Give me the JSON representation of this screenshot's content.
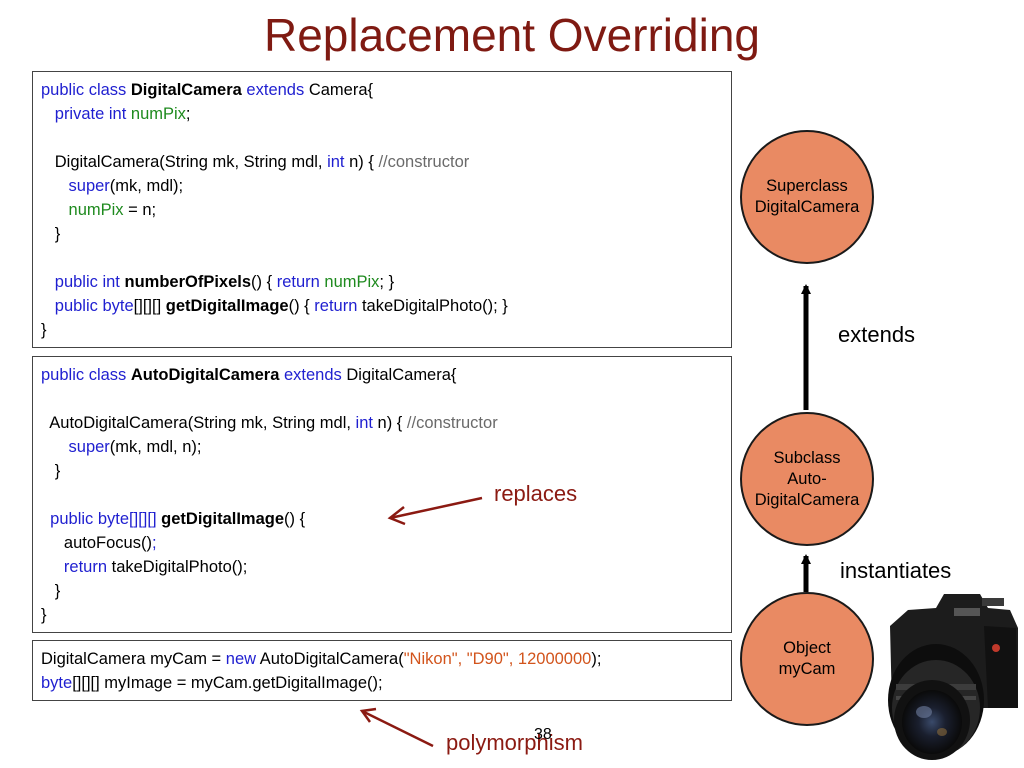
{
  "slide": {
    "title": "Replacement Overriding",
    "page_number": "38"
  },
  "code_box_1": {
    "lines": [
      [
        [
          "kw",
          "public class "
        ],
        [
          "b",
          "DigitalCamera"
        ],
        [
          "kw",
          " extends "
        ],
        [
          "t",
          "Camera{"
        ]
      ],
      [
        [
          "t",
          "   "
        ],
        [
          "kw",
          "private int "
        ],
        [
          "fd",
          "numPix"
        ],
        [
          "t",
          ";"
        ]
      ],
      [],
      [
        [
          "t",
          "   DigitalCamera(String mk, String mdl, "
        ],
        [
          "kw",
          "int"
        ],
        [
          "t",
          " n) { "
        ],
        [
          "cm",
          "//constructor"
        ]
      ],
      [
        [
          "t",
          "      "
        ],
        [
          "kw",
          "super"
        ],
        [
          "t",
          "(mk, mdl);"
        ]
      ],
      [
        [
          "t",
          "      "
        ],
        [
          "fd",
          "numPix"
        ],
        [
          "t",
          " = n;"
        ]
      ],
      [
        [
          "t",
          "   }"
        ]
      ],
      [],
      [
        [
          "t",
          "   "
        ],
        [
          "kw",
          "public int "
        ],
        [
          "b",
          "numberOfPixels"
        ],
        [
          "t",
          "() { "
        ],
        [
          "kw",
          "return "
        ],
        [
          "fd",
          "numPix"
        ],
        [
          "t",
          "; }"
        ]
      ],
      [
        [
          "t",
          "   "
        ],
        [
          "kw",
          "public byte"
        ],
        [
          "t",
          "[][][] "
        ],
        [
          "b",
          "getDigitalImage"
        ],
        [
          "t",
          "() { "
        ],
        [
          "kw",
          "return"
        ],
        [
          "t",
          " takeDigitalPhoto(); }"
        ]
      ],
      [
        [
          "t",
          "}"
        ]
      ]
    ]
  },
  "code_box_2": {
    "lines": [
      [
        [
          "kw",
          "public class "
        ],
        [
          "b",
          "AutoDigitalCamera"
        ],
        [
          "kw",
          " extends "
        ],
        [
          "t",
          "DigitalCamera{"
        ]
      ],
      [],
      [
        [
          "t",
          "  AutoDigitalCamera(String mk, String mdl, "
        ],
        [
          "kw",
          "int"
        ],
        [
          "t",
          " n) { "
        ],
        [
          "cm",
          "//constructor"
        ]
      ],
      [
        [
          "t",
          "      "
        ],
        [
          "kw",
          "super"
        ],
        [
          "t",
          "(mk, mdl, n);"
        ]
      ],
      [
        [
          "t",
          "   }"
        ]
      ],
      [],
      [
        [
          "t",
          "  "
        ],
        [
          "kw",
          "public byte[][][] "
        ],
        [
          "b",
          "getDigitalImage"
        ],
        [
          "t",
          "() {"
        ]
      ],
      [
        [
          "t",
          "     autoFocus()"
        ],
        [
          "kw",
          ";"
        ]
      ],
      [
        [
          "t",
          "     "
        ],
        [
          "kw",
          "return"
        ],
        [
          "t",
          " takeDigitalPhoto();"
        ]
      ],
      [
        [
          "t",
          "   }"
        ]
      ],
      [
        [
          "t",
          "}"
        ]
      ]
    ]
  },
  "code_box_3": {
    "lines": [
      [
        [
          "t",
          "DigitalCamera myCam = "
        ],
        [
          "kw",
          "new"
        ],
        [
          "t",
          " AutoDigitalCamera("
        ],
        [
          "st",
          "\"Nikon\", \"D90\", 12000000"
        ],
        [
          "t",
          ");"
        ]
      ],
      [
        [
          "kw",
          "byte"
        ],
        [
          "t",
          "[][][] myImage = myCam.getDigitalImage();"
        ]
      ]
    ]
  },
  "diagram": {
    "superclass": {
      "line1": "Superclass",
      "line2": "DigitalCamera"
    },
    "subclass": {
      "line1": "Subclass",
      "line2": "Auto-",
      "line3": "DigitalCamera"
    },
    "object": {
      "line1": "Object",
      "line2": "myCam"
    },
    "extends_label": "extends",
    "instantiates_label": "instantiates",
    "replaces_label": "replaces",
    "polymorphism_label": "polymorphism"
  },
  "colors": {
    "title": "#7f1a12",
    "keyword": "#1f1fd0",
    "field": "#1e8a1e",
    "comment": "#6a6a6a",
    "string": "#d2541c",
    "circle_fill": "#e98a63",
    "annotation": "#8b1a12"
  },
  "icons": [
    "camera-photo-icon"
  ]
}
